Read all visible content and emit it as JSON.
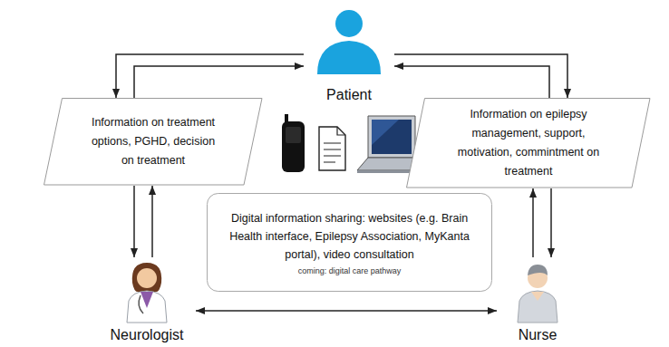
{
  "diagram": {
    "nodes": [
      {
        "text": [
          "Patient"
        ]
      },
      {
        "text": [
          "Information on treatment options, PGHD, decision on treatment"
        ]
      },
      {
        "text": [
          "Information on epilepsy management, support, motivation, commintment on treatment"
        ]
      },
      {
        "text": [
          "Digital information sharing: websites (e.g. Brain Health interface, Epilepsy Association, MyKanta portal), video consultation",
          "coming: digital care pathway"
        ]
      },
      {
        "text": [
          "Neurologist"
        ]
      },
      {
        "text": [
          "Nurse"
        ]
      }
    ],
    "edges": [
      {
        "from": 0,
        "to": 1,
        "arrow": "to"
      },
      {
        "from": 1,
        "to": 0,
        "arrow": "to"
      },
      {
        "from": 0,
        "to": 2,
        "arrow": "to"
      },
      {
        "from": 2,
        "to": 0,
        "arrow": "to"
      },
      {
        "from": 1,
        "to": 4,
        "arrow": "to"
      },
      {
        "from": 4,
        "to": 1,
        "arrow": "to"
      },
      {
        "from": 5,
        "to": 2,
        "arrow": "to"
      },
      {
        "from": 2,
        "to": 5,
        "arrow": "to"
      },
      {
        "from": 4,
        "to": 5,
        "arrow": "both"
      }
    ]
  }
}
